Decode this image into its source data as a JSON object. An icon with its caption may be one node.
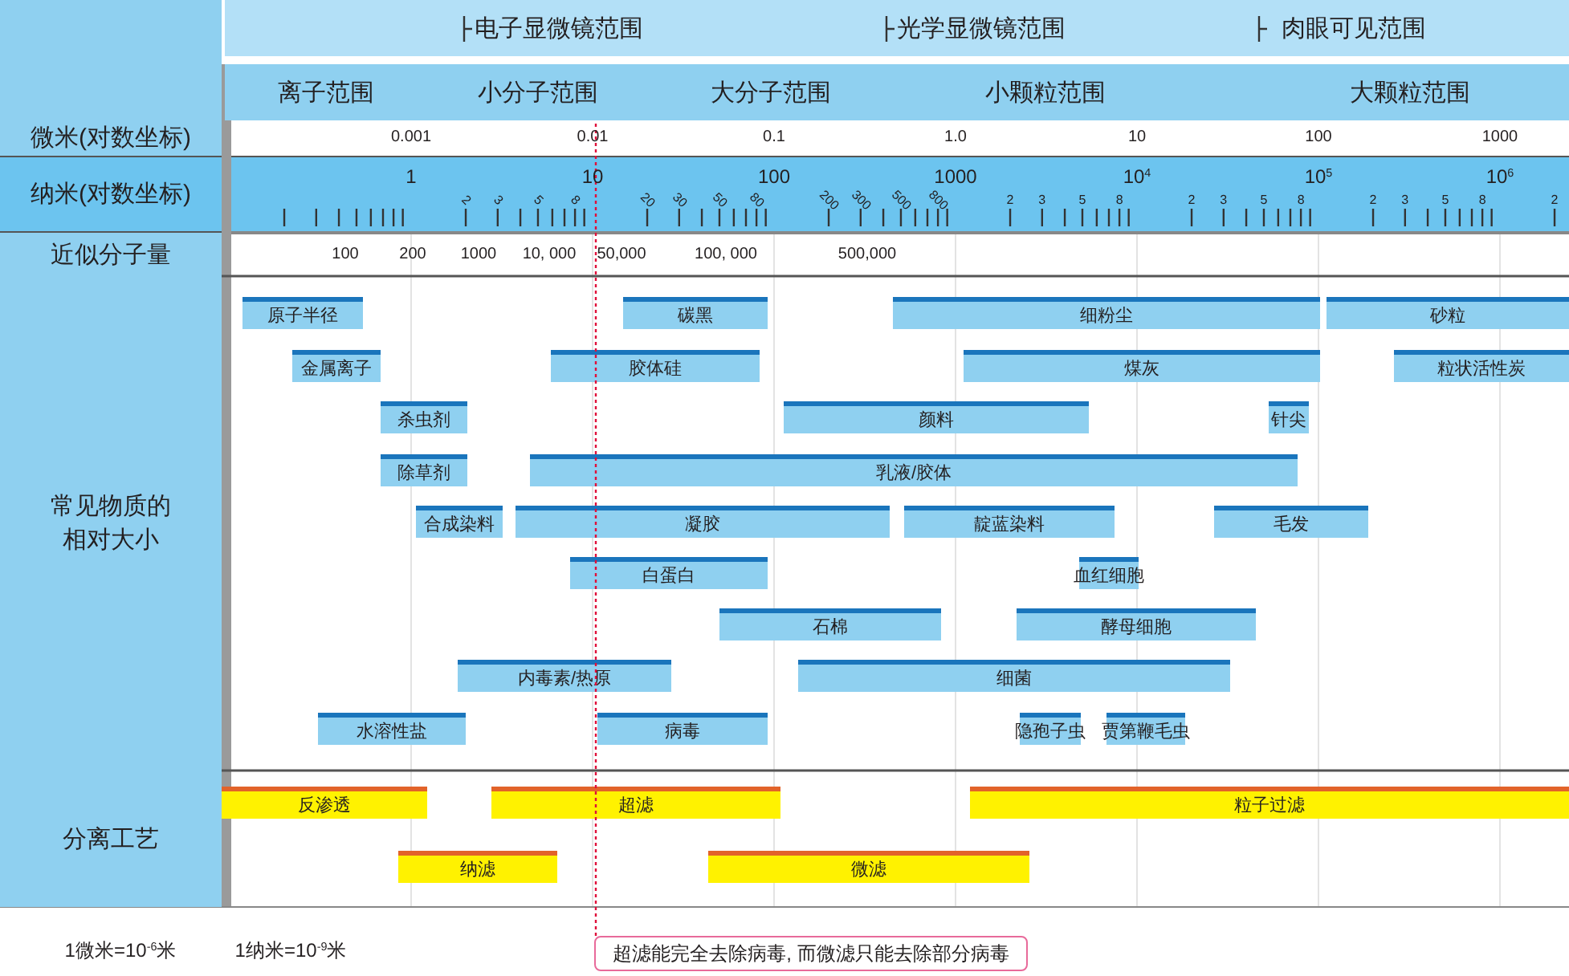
{
  "diagram": {
    "nodes": [
      {
        "text": [
          "电子显微镜范围",
          "光学显微镜范围",
          "肉眼可见范围"
        ]
      },
      {
        "text": [
          "离子范围",
          "小分子范围",
          "大分子范围",
          "小颗粒范围",
          "大颗粒范围"
        ]
      },
      {
        "text": [
          "微米(对数坐标)"
        ]
      },
      {
        "text": [
          "纳米(对数坐标)"
        ]
      },
      {
        "text": [
          "近似分子量"
        ]
      },
      {
        "text": [
          "常见物质的相对大小"
        ]
      },
      {
        "text": [
          "分离工艺"
        ]
      },
      {
        "text": [
          "原子半径"
        ]
      },
      {
        "text": [
          "碳黑"
        ]
      },
      {
        "text": [
          "细粉尘"
        ]
      },
      {
        "text": [
          "砂粒"
        ]
      },
      {
        "text": [
          "金属离子"
        ]
      },
      {
        "text": [
          "胶体硅"
        ]
      },
      {
        "text": [
          "煤灰"
        ]
      },
      {
        "text": [
          "粒状活性炭"
        ]
      },
      {
        "text": [
          "杀虫剂"
        ]
      },
      {
        "text": [
          "颜料"
        ]
      },
      {
        "text": [
          "针尖"
        ]
      },
      {
        "text": [
          "除草剂"
        ]
      },
      {
        "text": [
          "乳液/胶体"
        ]
      },
      {
        "text": [
          "合成染料"
        ]
      },
      {
        "text": [
          "凝胶"
        ]
      },
      {
        "text": [
          "靛蓝染料"
        ]
      },
      {
        "text": [
          "毛发"
        ]
      },
      {
        "text": [
          "白蛋白"
        ]
      },
      {
        "text": [
          "血红细胞"
        ]
      },
      {
        "text": [
          "石棉"
        ]
      },
      {
        "text": [
          "酵母细胞"
        ]
      },
      {
        "text": [
          "内毒素/热原"
        ]
      },
      {
        "text": [
          "细菌"
        ]
      },
      {
        "text": [
          "水溶性盐"
        ]
      },
      {
        "text": [
          "病毒"
        ]
      },
      {
        "text": [
          "隐孢子虫"
        ]
      },
      {
        "text": [
          "贾第鞭毛虫"
        ]
      },
      {
        "text": [
          "反渗透"
        ]
      },
      {
        "text": [
          "超滤"
        ]
      },
      {
        "text": [
          "粒子过滤"
        ]
      },
      {
        "text": [
          "纳滤"
        ]
      },
      {
        "text": [
          "微滤"
        ]
      },
      {
        "text": [
          "超滤能完全去除病毒, 而微滤只能去除部分病毒"
        ]
      }
    ],
    "edges": [
      {
        "from": 39,
        "to": 1,
        "arrow": "none",
        "style": "dashed",
        "color": "#e0103a"
      }
    ],
    "labels": [
      "0.001",
      "0.01",
      "0.1",
      "1.0",
      "10",
      "100",
      "1000",
      "1",
      "10",
      "100",
      "1000",
      "10$^{4}$",
      "10$^{5}$",
      "10$^{6}$",
      "2",
      "3",
      "5",
      "8",
      "20",
      "30",
      "50",
      "80",
      "200",
      "300",
      "500",
      "800",
      "2",
      "3",
      "5",
      "8",
      "2",
      "3",
      "5",
      "8",
      "2",
      "3",
      "5",
      "8",
      "2",
      "100",
      "200",
      "1000",
      "10, 000",
      "50,000",
      "100, 000",
      "500,000",
      "1微米=10$^{-6}$米",
      "1纳米=10$^{-9}$米"
    ]
  }
}
